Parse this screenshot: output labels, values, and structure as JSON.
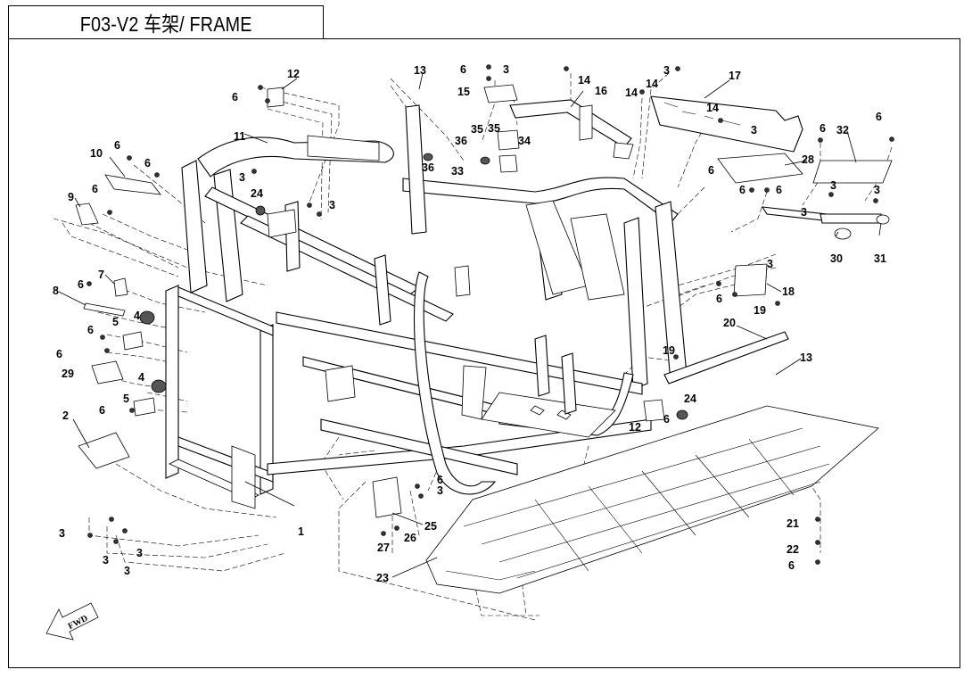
{
  "title": {
    "code": "F03-V2",
    "chinese": "车架",
    "english": "FRAME",
    "full": "F03-V2 车架/ FRAME"
  },
  "direction_indicator": "FWD",
  "callouts": [
    {
      "id": "c1",
      "label": "1"
    },
    {
      "id": "c2",
      "label": "2"
    },
    {
      "id": "c3a",
      "label": "3"
    },
    {
      "id": "c3b",
      "label": "3"
    },
    {
      "id": "c3c",
      "label": "3"
    },
    {
      "id": "c3d",
      "label": "3"
    },
    {
      "id": "c3e",
      "label": "3"
    },
    {
      "id": "c3f",
      "label": "3"
    },
    {
      "id": "c3g",
      "label": "3"
    },
    {
      "id": "c3h",
      "label": "3"
    },
    {
      "id": "c3i",
      "label": "3"
    },
    {
      "id": "c3j",
      "label": "3"
    },
    {
      "id": "c3k",
      "label": "3"
    },
    {
      "id": "c3l",
      "label": "3"
    },
    {
      "id": "c3m",
      "label": "3"
    },
    {
      "id": "c3n",
      "label": "3"
    },
    {
      "id": "c4a",
      "label": "4"
    },
    {
      "id": "c4b",
      "label": "4"
    },
    {
      "id": "c5a",
      "label": "5"
    },
    {
      "id": "c5b",
      "label": "5"
    },
    {
      "id": "c6a",
      "label": "6"
    },
    {
      "id": "c6b",
      "label": "6"
    },
    {
      "id": "c6c",
      "label": "6"
    },
    {
      "id": "c6d",
      "label": "6"
    },
    {
      "id": "c6e",
      "label": "6"
    },
    {
      "id": "c6f",
      "label": "6"
    },
    {
      "id": "c6g",
      "label": "6"
    },
    {
      "id": "c6h",
      "label": "6"
    },
    {
      "id": "c6i",
      "label": "6"
    },
    {
      "id": "c6j",
      "label": "6"
    },
    {
      "id": "c6k",
      "label": "6"
    },
    {
      "id": "c6l",
      "label": "6"
    },
    {
      "id": "c6m",
      "label": "6"
    },
    {
      "id": "c6n",
      "label": "6"
    },
    {
      "id": "c6o",
      "label": "6"
    },
    {
      "id": "c6p",
      "label": "6"
    },
    {
      "id": "c6q",
      "label": "6"
    },
    {
      "id": "c6r",
      "label": "6"
    },
    {
      "id": "c7",
      "label": "7"
    },
    {
      "id": "c8",
      "label": "8"
    },
    {
      "id": "c9",
      "label": "9"
    },
    {
      "id": "c10",
      "label": "10"
    },
    {
      "id": "c11",
      "label": "11"
    },
    {
      "id": "c12a",
      "label": "12"
    },
    {
      "id": "c12b",
      "label": "12"
    },
    {
      "id": "c13a",
      "label": "13"
    },
    {
      "id": "c13b",
      "label": "13"
    },
    {
      "id": "c14a",
      "label": "14"
    },
    {
      "id": "c14b",
      "label": "14"
    },
    {
      "id": "c14c",
      "label": "14"
    },
    {
      "id": "c14d",
      "label": "14"
    },
    {
      "id": "c15",
      "label": "15"
    },
    {
      "id": "c16",
      "label": "16"
    },
    {
      "id": "c17",
      "label": "17"
    },
    {
      "id": "c18",
      "label": "18"
    },
    {
      "id": "c19a",
      "label": "19"
    },
    {
      "id": "c19b",
      "label": "19"
    },
    {
      "id": "c20",
      "label": "20"
    },
    {
      "id": "c21",
      "label": "21"
    },
    {
      "id": "c22",
      "label": "22"
    },
    {
      "id": "c23",
      "label": "23"
    },
    {
      "id": "c24a",
      "label": "24"
    },
    {
      "id": "c24b",
      "label": "24"
    },
    {
      "id": "c25",
      "label": "25"
    },
    {
      "id": "c26",
      "label": "26"
    },
    {
      "id": "c27",
      "label": "27"
    },
    {
      "id": "c28",
      "label": "28"
    },
    {
      "id": "c29",
      "label": "29"
    },
    {
      "id": "c30",
      "label": "30"
    },
    {
      "id": "c31",
      "label": "31"
    },
    {
      "id": "c32",
      "label": "32"
    },
    {
      "id": "c33",
      "label": "33"
    },
    {
      "id": "c34",
      "label": "34"
    },
    {
      "id": "c35a",
      "label": "35"
    },
    {
      "id": "c35b",
      "label": "35"
    },
    {
      "id": "c36a",
      "label": "36"
    },
    {
      "id": "c36b",
      "label": "36"
    }
  ]
}
